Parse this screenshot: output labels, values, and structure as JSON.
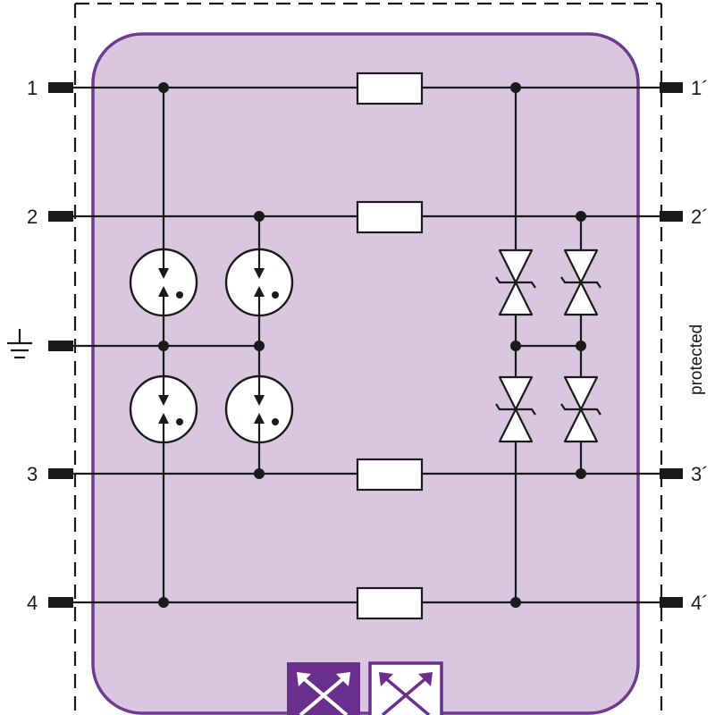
{
  "diagram": {
    "colors": {
      "module_fill": "#d9c7df",
      "module_border": "#6f3b8f",
      "badge_fill": "#6a2f8c",
      "line": "#1a1a1a"
    },
    "terminals_left": [
      {
        "id": "1",
        "label": "1"
      },
      {
        "id": "2",
        "label": "2"
      },
      {
        "id": "ground",
        "label": "",
        "icon": "ground-icon"
      },
      {
        "id": "3",
        "label": "3"
      },
      {
        "id": "4",
        "label": "4"
      }
    ],
    "terminals_right": [
      {
        "id": "1p",
        "label": "1´"
      },
      {
        "id": "2p",
        "label": "2´"
      },
      {
        "id": "3p",
        "label": "3´"
      },
      {
        "id": "4p",
        "label": "4´"
      }
    ],
    "side_label": "protected",
    "components": {
      "resistors": 4,
      "gas_discharge_tubes": 4,
      "tvs_diodes": 4,
      "badges": [
        "lifecheck-icon-filled",
        "lifecheck-icon-outline"
      ]
    }
  }
}
